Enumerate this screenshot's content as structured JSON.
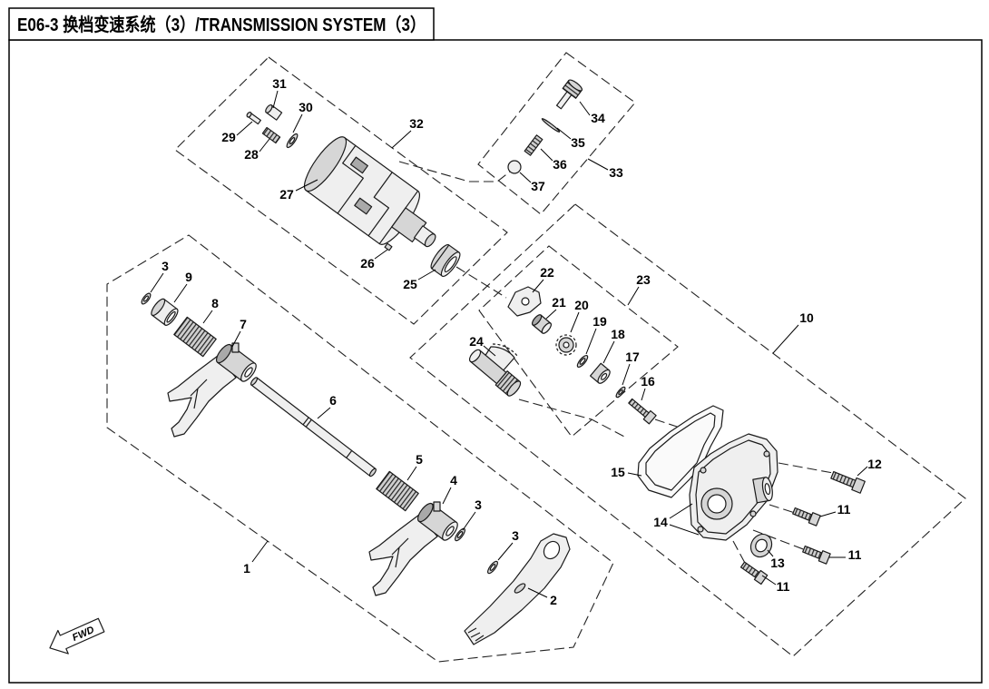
{
  "title": "E06-3 换档变速系统（3）/TRANSMISSION SYSTEM（3）",
  "callouts": {
    "shift_drum_assembly": [
      "31",
      "30",
      "29",
      "28",
      "32",
      "27",
      "26",
      "25"
    ],
    "detent_assembly": [
      "34",
      "35",
      "36",
      "37",
      "33"
    ],
    "shift_fork_assembly": [
      "3",
      "9",
      "8",
      "7",
      "6",
      "5",
      "4",
      "3",
      "3",
      "2",
      "1"
    ],
    "shift_mechanism": [
      "22",
      "23",
      "21",
      "20",
      "19",
      "18",
      "17",
      "16",
      "24"
    ],
    "cover_assembly": [
      "10",
      "12",
      "15",
      "11",
      "14",
      "13",
      "11",
      "11"
    ]
  },
  "direction_arrow": {
    "label": "FWD"
  },
  "colors": {
    "line": "#1a1a1a",
    "part_shading": "#d6d6d6",
    "background": "#ffffff"
  }
}
